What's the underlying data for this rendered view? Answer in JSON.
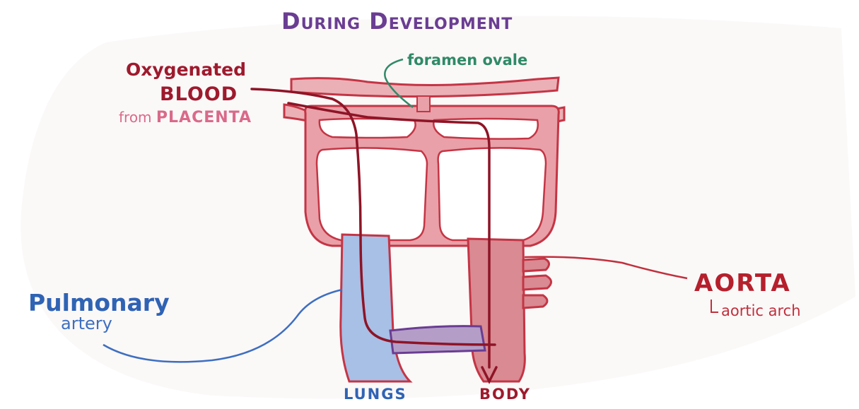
{
  "title": "During Development",
  "labels": {
    "foramen_ovale": "foramen ovale",
    "oxygenated_line1": "Oxygenated",
    "oxygenated_line2": "BLOOD",
    "placenta_prefix": "from",
    "placenta_name": "PLACENTA",
    "pulmonary_line1": "Pulmonary",
    "pulmonary_line2": "artery",
    "aorta": "AORTA",
    "aortic_arch": "aortic arch",
    "lungs": "LUNGS",
    "body": "BODY"
  },
  "colors": {
    "heart_fill": "#e9a0a8",
    "heart_stroke": "#c43545",
    "pulmonary_fill": "#a8bfe6",
    "aorta_fill": "#d98a92",
    "ductus_fill": "#b49ec8",
    "blood_path": "#8e1426",
    "title": "#6a3d92",
    "foramen_text": "#2f8a67",
    "pulmonary_text": "#2f63b4",
    "aorta_text": "#b5202c"
  }
}
